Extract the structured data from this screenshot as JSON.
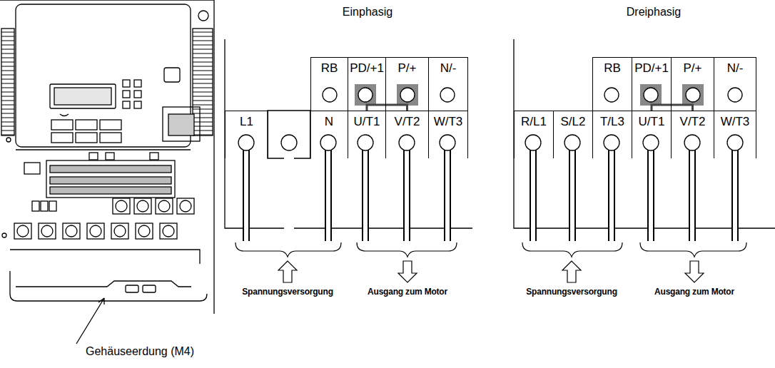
{
  "diagram": {
    "nodes": [
      {
        "text": [
          "RB"
        ]
      },
      {
        "text": [
          "PD/+1"
        ]
      },
      {
        "text": [
          "P/+"
        ]
      },
      {
        "text": [
          "N/-"
        ]
      },
      {
        "text": [
          "L1"
        ]
      },
      {
        "text": [
          "N"
        ]
      },
      {
        "text": [
          "U/T1"
        ]
      },
      {
        "text": [
          "V/T2"
        ]
      },
      {
        "text": [
          "W/T3"
        ]
      },
      {
        "text": [
          "RB"
        ]
      },
      {
        "text": [
          "PD/+1"
        ]
      },
      {
        "text": [
          "P/+"
        ]
      },
      {
        "text": [
          "N/-"
        ]
      },
      {
        "text": [
          "R/L1"
        ]
      },
      {
        "text": [
          "S/L2"
        ]
      },
      {
        "text": [
          "T/L3"
        ]
      },
      {
        "text": [
          "U/T1"
        ]
      },
      {
        "text": [
          "V/T2"
        ]
      },
      {
        "text": [
          "W/T3"
        ]
      }
    ],
    "edges": [
      {
        "from": 1,
        "to": 2,
        "arrow": "none"
      },
      {
        "from": 10,
        "to": 11,
        "arrow": "none"
      }
    ],
    "labels": [
      "Einphasig",
      "Dreiphasig",
      "Spannungsversorgung",
      "Ausgang zum Motor",
      "Spannungsversorgung",
      "Ausgang zum Motor",
      "Gehäuseerdung (M4)"
    ]
  }
}
